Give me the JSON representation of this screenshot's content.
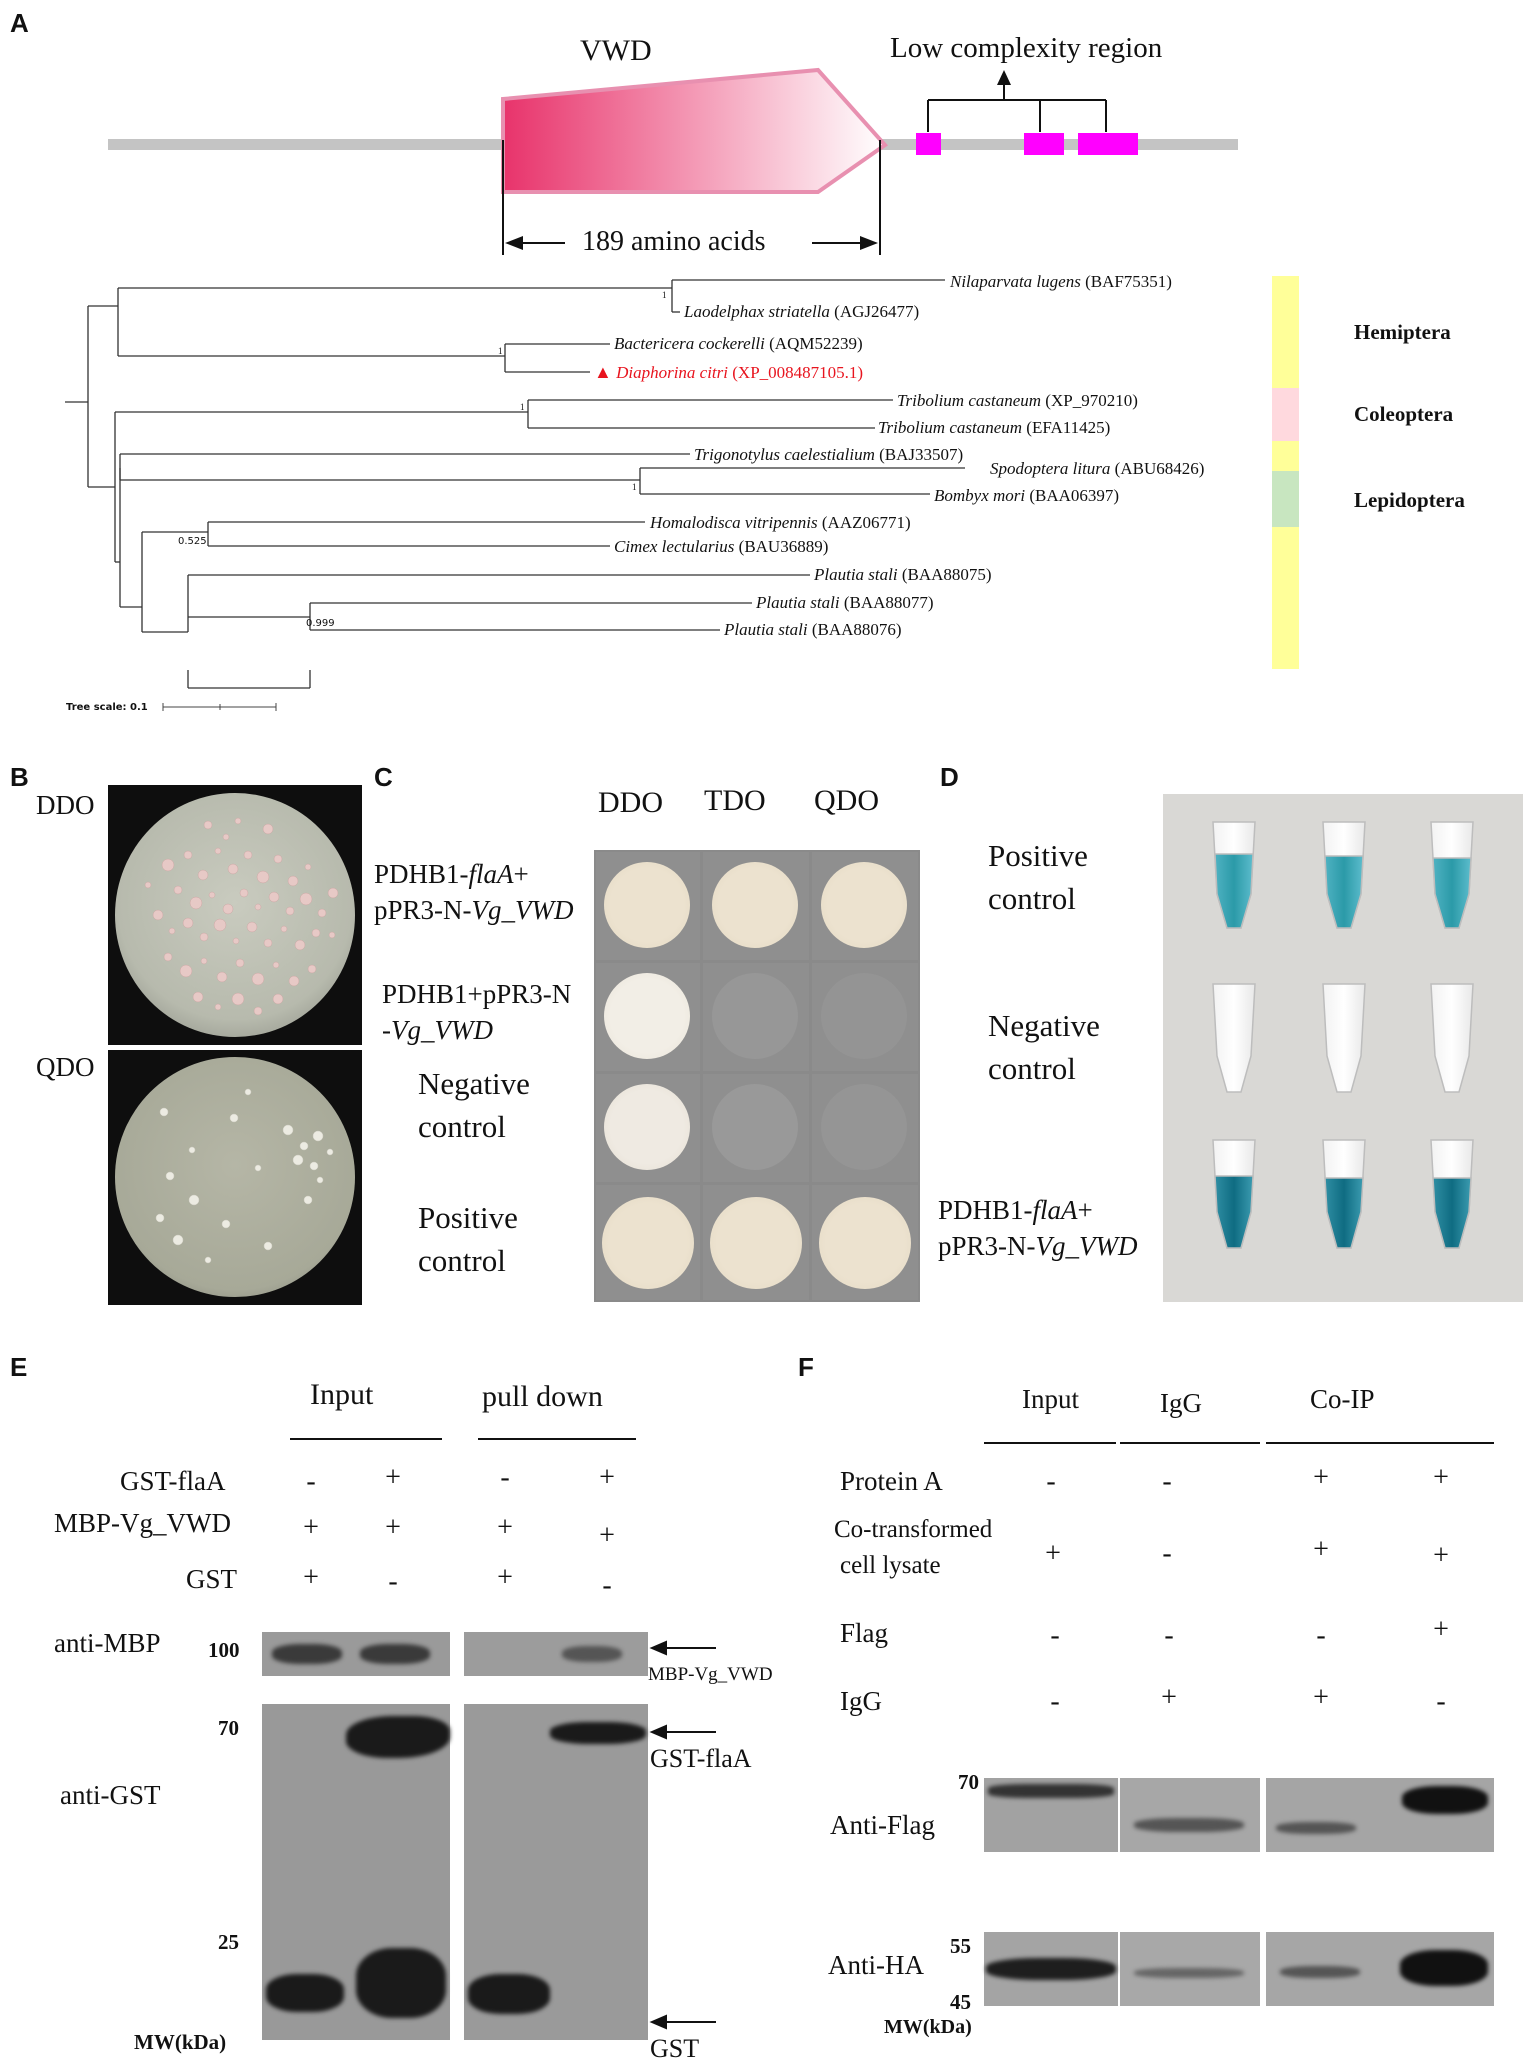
{
  "panels": {
    "a": "A",
    "b": "B",
    "c": "C",
    "d": "D",
    "e": "E",
    "f": "F"
  },
  "domain_diagram": {
    "domain_name": "VWD",
    "low_complexity_label": "Low complexity region",
    "length_label": "189 amino acids",
    "colors": {
      "backbone": "#c4c4c4",
      "vwd": "#e8336b",
      "low_complexity": "#ff00ff"
    }
  },
  "tree": {
    "leaves": [
      {
        "species": "Nilaparvata lugens",
        "acc": "(BAF75351)"
      },
      {
        "species": "Laodelphax striatella",
        "acc": "(AGJ26477)"
      },
      {
        "species": "Bactericera cockerelli",
        "acc": "(AQM52239)"
      },
      {
        "species": "Diaphorina citri",
        "acc": "(XP_008487105.1)",
        "highlight": true
      },
      {
        "species": "Tribolium castaneum",
        "acc": "(XP_970210)"
      },
      {
        "species": "Tribolium castaneum",
        "acc": "(EFA11425)"
      },
      {
        "species": "Trigonotylus caelestialium",
        "acc": "(BAJ33507)"
      },
      {
        "species": "Spodoptera litura",
        "acc": "(ABU68426)"
      },
      {
        "species": "Bombyx mori",
        "acc": "(BAA06397)"
      },
      {
        "species": "Homalodisca vitripennis",
        "acc": "(AAZ06771)"
      },
      {
        "species": "Cimex lectularius",
        "acc": "(BAU36889)"
      },
      {
        "species": "Plautia stali",
        "acc": "(BAA88075)"
      },
      {
        "species": "Plautia stali",
        "acc": "(BAA88077)"
      },
      {
        "species": "Plautia stali",
        "acc": "(BAA88076)"
      }
    ],
    "support": {
      "s1": "1",
      "s2": "1",
      "s3": "1",
      "s4": "1",
      "s5": "0.525",
      "s6": "0.999"
    },
    "orders": [
      "Hemiptera",
      "Coleoptera",
      "Lepidoptera"
    ],
    "order_colors": {
      "hemiptera": "#ffff99",
      "coleoptera": "#ffd9de",
      "lepidoptera": "#c8e6c0"
    },
    "scale_label": "Tree scale: 0.1",
    "highlight_color": "#e8141e"
  },
  "panel_b": {
    "rows": [
      "DDO",
      "QDO"
    ]
  },
  "panel_c": {
    "columns": [
      "DDO",
      "TDO",
      "QDO"
    ],
    "row1": {
      "l1a": "PDHB1-",
      "l1b": "flaA",
      "l1c": "+",
      "l2a": "pPR3-N-",
      "l2b": "Vg_VWD"
    },
    "row2": {
      "l1": "PDHB1+pPR3-N",
      "l2a": "-",
      "l2b": "Vg_VWD"
    },
    "row3": {
      "l1": "Negative",
      "l2": "control"
    },
    "row4": {
      "l1": "Positive",
      "l2": "control"
    }
  },
  "panel_d": {
    "row1": {
      "l1": "Positive",
      "l2": "control"
    },
    "row2": {
      "l1": "Negative",
      "l2": "control"
    },
    "row3": {
      "l1a": "PDHB1-",
      "l1b": "flaA",
      "l1c": "+",
      "l2a": "pPR3-N-",
      "l2b": "Vg_VWD"
    },
    "tube_color": "#2b9aa8"
  },
  "panel_e": {
    "groups": [
      "Input",
      "pull down"
    ],
    "rows": [
      {
        "label": "GST-flaA",
        "v": [
          "-",
          "+",
          "-",
          "+"
        ]
      },
      {
        "label": "MBP-Vg_VWD",
        "v": [
          "+",
          "+",
          "+",
          "+"
        ]
      },
      {
        "label": "GST",
        "v": [
          "+",
          "-",
          "+",
          "-"
        ]
      }
    ],
    "anti_mbp": "anti-MBP",
    "anti_gst": "anti-GST",
    "mw": {
      "m100": "100",
      "m70": "70",
      "m25": "25"
    },
    "mw_label": "MW(kDa)",
    "arrows": {
      "mbp": "MBP-Vg_VWD",
      "gstflaa": "GST-flaA",
      "gst": "GST"
    }
  },
  "panel_f": {
    "groups": [
      "Input",
      "IgG",
      "Co-IP"
    ],
    "rows": {
      "protein_a": {
        "label": "Protein A",
        "v": [
          "-",
          "-",
          "+",
          "+"
        ]
      },
      "lysate": {
        "l1": "Co-transformed",
        "l2": "cell lysate",
        "v": [
          "+",
          "-",
          "+",
          "+"
        ]
      },
      "flag": {
        "label": "Flag",
        "v": [
          "-",
          "-",
          "-",
          "+"
        ]
      },
      "igg": {
        "label": "IgG",
        "v": [
          "-",
          "+",
          "+",
          "-"
        ]
      }
    },
    "anti_flag": "Anti-Flag",
    "anti_ha": "Anti-HA",
    "mw": {
      "m70": "70",
      "m55": "55",
      "m45": "45"
    },
    "mw_label": "MW(kDa)"
  }
}
